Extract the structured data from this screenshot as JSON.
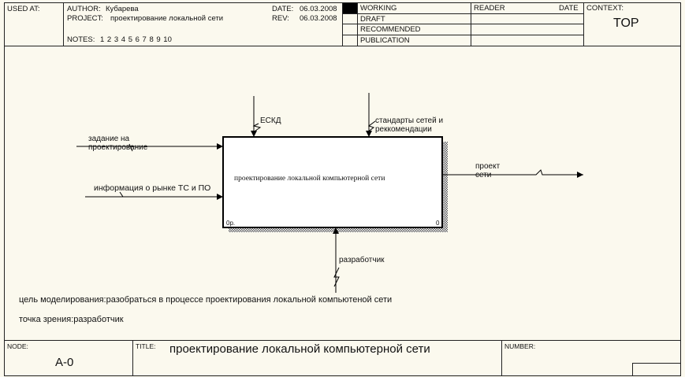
{
  "header": {
    "used_at_label": "USED AT:",
    "author_label": "AUTHOR:",
    "author": "Кубарева",
    "project_label": "PROJECT:",
    "project": "проектирование локальной сети",
    "notes_label": "NOTES:",
    "notes": "1  2  3  4  5  6  7  8  9  10",
    "date_label": "DATE:",
    "date": "06.03.2008",
    "rev_label": "REV:",
    "rev": "06.03.2008",
    "statuses": [
      "WORKING",
      "DRAFT",
      "RECOMMENDED",
      "PUBLICATION"
    ],
    "active_status": "WORKING",
    "reader_label": "READER",
    "reader_date_label": "DATE",
    "context_label": "CONTEXT:",
    "context": "TOP"
  },
  "diagram": {
    "activity": "проектирование локальной компьютерной сети",
    "cost": "0р.",
    "number": "0",
    "inputs": [
      "задание на проектирование",
      "информация о рынке ТС и ПО"
    ],
    "controls": [
      "ЕСКД",
      "стандарты сетей и реккомендации"
    ],
    "outputs": [
      "проект сети"
    ],
    "mechanisms": [
      "разработчик"
    ],
    "purpose": "цель моделирования:разобраться в процессе проектирования локальной компьютеной сети",
    "viewpoint": "точка зрения:разработчик"
  },
  "footer": {
    "node_label": "NODE:",
    "node": "А-0",
    "title_label": "TITLE:",
    "title": "проектирование локальной компьютерной сети",
    "number_label": "NUMBER:"
  }
}
